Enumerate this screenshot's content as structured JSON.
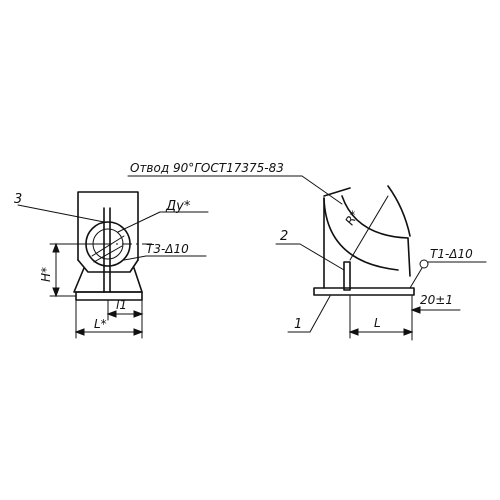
{
  "labels": {
    "elbow_spec": "Отвод 90°ГОСТ17375-83",
    "part_3": "3",
    "part_2": "2",
    "part_1": "1",
    "dn": "Ду*",
    "height": "Н*",
    "weld_front": "Т3-Δ10",
    "weld_side": "Т1-Δ10",
    "length_star": "L*",
    "length": "L",
    "l1": "l1",
    "radius": "R*",
    "offset": "20±1"
  }
}
